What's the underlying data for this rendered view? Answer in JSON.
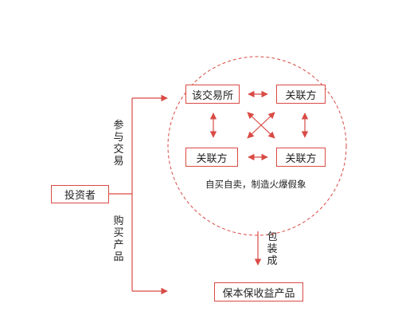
{
  "diagram": {
    "accent_color": "#d94b45",
    "nodes": {
      "exchange": "该交易所",
      "related_party_top": "关联方",
      "related_party_left": "关联方",
      "related_party_right": "关联方",
      "investor": "投资者",
      "product": "保本保收益产品"
    },
    "labels": {
      "participate_trading": "参与交易",
      "buy_product": "购买产品",
      "package_into": "包装成",
      "circle_caption": "自买自卖，制造火爆假象"
    }
  }
}
